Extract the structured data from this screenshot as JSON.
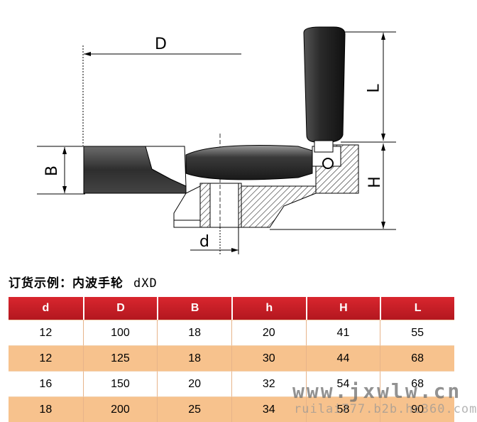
{
  "drawing": {
    "dimension_labels": {
      "D": "D",
      "L": "L",
      "B": "B",
      "H": "H",
      "d": "d"
    }
  },
  "order_example": {
    "label": "订货示例：内波手轮",
    "code": "dXD"
  },
  "table": {
    "columns": [
      "d",
      "D",
      "B",
      "h",
      "H",
      "L"
    ],
    "rows": [
      [
        "12",
        "100",
        "18",
        "20",
        "41",
        "55"
      ],
      [
        "12",
        "125",
        "18",
        "30",
        "44",
        "68"
      ],
      [
        "16",
        "150",
        "20",
        "32",
        "54",
        "68"
      ],
      [
        "18",
        "200",
        "25",
        "34",
        "58",
        "90"
      ]
    ]
  },
  "watermark": {
    "line1": "www.jxwlw.cn",
    "line2": "ruilai777.b2b.hc360.com"
  },
  "colors": {
    "header_red": "#c81e26",
    "row_alt": "#f7c28d"
  }
}
